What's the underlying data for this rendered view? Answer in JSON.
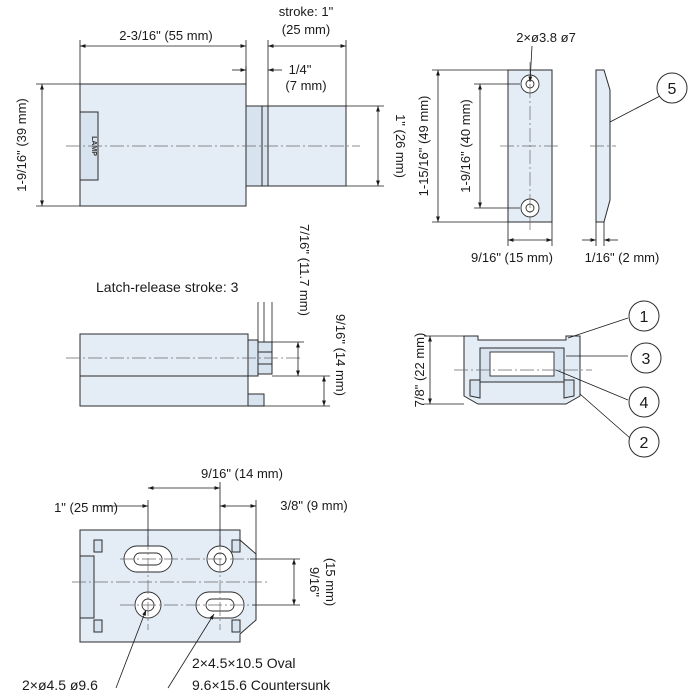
{
  "dimensions": {
    "stroke_top": "stroke: 1\"",
    "stroke_top_mm": "(25 mm)",
    "length_top": "2-3/16\" (55 mm)",
    "quarter_in": "1/4\"",
    "quarter_mm": "(7 mm)",
    "height_left": "1-9/16\" (39 mm)",
    "plunger_height": "1\" (26 mm)",
    "plate_height": "1-15/16\" (49 mm)",
    "plate_holes_pitch": "1-9/16\" (40 mm)",
    "plate_width": "9/16\" (15 mm)",
    "plate_thickness": "1/16\" (2 mm)",
    "plate_holes": "2×ø3.8  ø7",
    "latch_release": "Latch-release stroke: 3",
    "side_7_16": "7/16\" (11.7 mm)",
    "side_9_16": "9/16\" (14 mm)",
    "front_height": "7/8\" (22 mm)",
    "bottom_14": "9/16\" (14 mm)",
    "bottom_9": "3/8\" (9 mm)",
    "bottom_25": "1\" (25 mm)",
    "bottom_15": "9/16\"",
    "bottom_15_mm": "(15 mm)",
    "hole_note": "2×ø4.5  ø9.6",
    "oval_note_1": "2×4.5×10.5 Oval",
    "oval_note_2": "9.6×15.6 Countersunk"
  },
  "stamp": "LAMP",
  "callouts": [
    "1",
    "2",
    "3",
    "4",
    "5"
  ],
  "colors": {
    "part_fill": "#e4ecf6",
    "part_fill_dark": "#d8e3f0",
    "line": "#2b2b2b"
  }
}
